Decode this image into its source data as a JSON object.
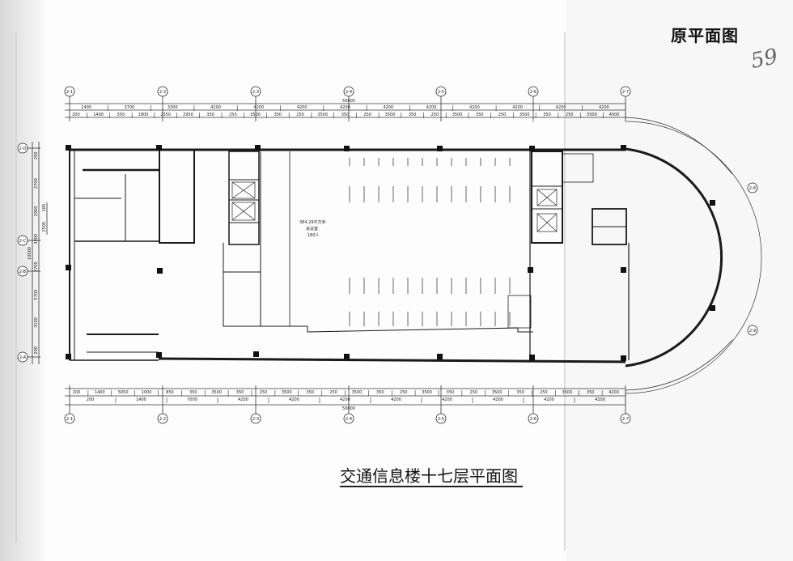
{
  "header": {
    "stamp_title": "原平面图",
    "handwritten_note": "59"
  },
  "drawing": {
    "title": "交通信息楼十七层平面图",
    "axis_x": [
      "2-1",
      "2-2",
      "2-3",
      "2-4",
      "2-5",
      "2-6",
      "2-7"
    ],
    "axis_y": [
      "2-D",
      "2-C",
      "2-B",
      "2-A"
    ],
    "axis_arc": [
      "2-8",
      "2-9"
    ],
    "top_overall": "50000",
    "top_row1": [
      "1400",
      "3700",
      "3300",
      "4200",
      "4200",
      "4200",
      "4200",
      "4200",
      "4200",
      "4200",
      "4200",
      "4200",
      "4200"
    ],
    "top_row2": [
      "200",
      "1400",
      "350",
      "1800",
      "2350",
      "2950",
      "350",
      "250",
      "3500",
      "350",
      "250",
      "3500",
      "350",
      "250",
      "3500",
      "350",
      "250",
      "3500",
      "350",
      "250",
      "3500",
      "350",
      "250",
      "3500",
      "4500"
    ],
    "bottom_row1": [
      "200",
      "1400",
      "5050",
      "1000",
      "850",
      "350",
      "3500",
      "350",
      "250",
      "3500",
      "350",
      "250",
      "3500",
      "350",
      "250",
      "3500",
      "350",
      "250",
      "3500",
      "350",
      "250",
      "3500",
      "350",
      "4200"
    ],
    "bottom_row2": [
      "200",
      "1400",
      "7000",
      "4200",
      "4200",
      "4200",
      "4200",
      "4200",
      "4200",
      "4200",
      "4200"
    ],
    "bottom_overall": "50000",
    "left_dims": [
      "200",
      "2700",
      "2900",
      "3300",
      "2700",
      "5700",
      "3100",
      "200"
    ],
    "left_overall": "10000",
    "left_inner": [
      "100",
      "2500"
    ],
    "rooms": {
      "meeting_area": "384.29平方米",
      "meeting_name": "会议室",
      "meeting_capacity": "180人"
    }
  }
}
